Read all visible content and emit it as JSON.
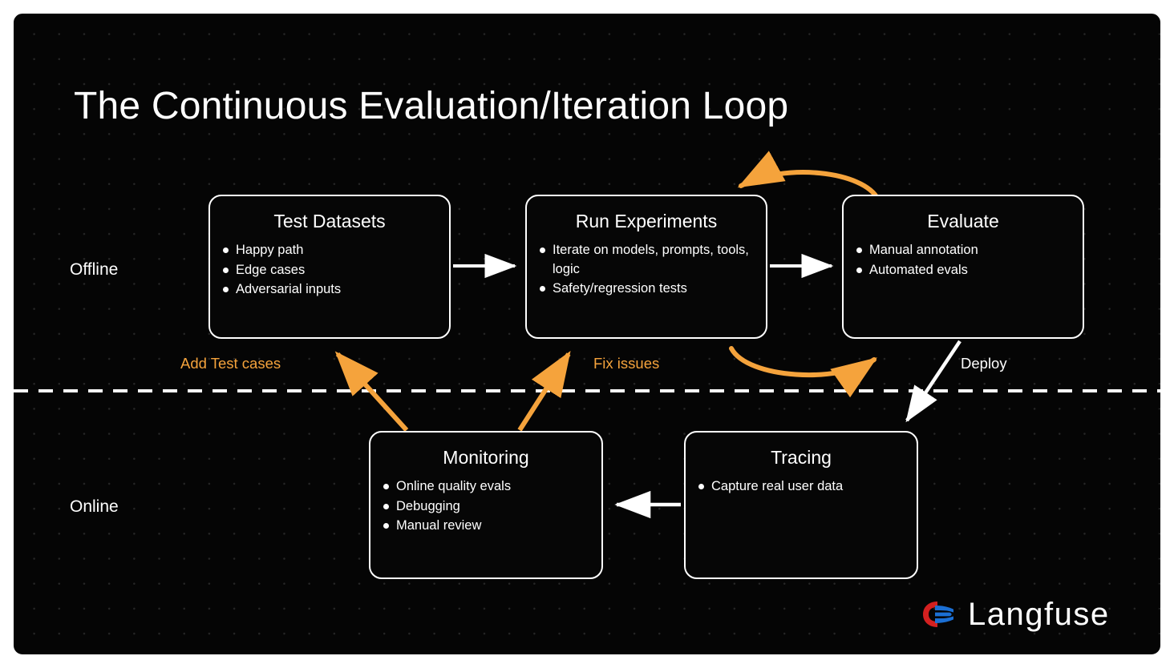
{
  "diagram": {
    "title": "The Continuous Evaluation/Iteration Loop",
    "lanes": [
      {
        "id": "offline",
        "label": "Offline"
      },
      {
        "id": "online",
        "label": "Online"
      }
    ],
    "nodes": [
      {
        "id": "test-datasets",
        "title": "Test Datasets",
        "items": [
          "Happy path",
          "Edge cases",
          "Adversarial inputs"
        ]
      },
      {
        "id": "run-experiments",
        "title": "Run Experiments",
        "items": [
          "Iterate on models, prompts, tools, logic",
          "Safety/regression tests"
        ]
      },
      {
        "id": "evaluate",
        "title": "Evaluate",
        "items": [
          "Manual annotation",
          "Automated evals"
        ]
      },
      {
        "id": "monitoring",
        "title": "Monitoring",
        "items": [
          "Online quality evals",
          "Debugging",
          "Manual review"
        ]
      },
      {
        "id": "tracing",
        "title": "Tracing",
        "items": [
          "Capture real user data"
        ]
      }
    ],
    "edge_labels": [
      {
        "id": "add-test-cases",
        "text": "Add Test cases",
        "color": "#f5a33c"
      },
      {
        "id": "fix-issues",
        "text": "Fix issues",
        "color": "#f5a33c"
      },
      {
        "id": "deploy",
        "text": "Deploy",
        "color": "#ffffff"
      }
    ],
    "edges": [
      {
        "from": "test-datasets",
        "to": "run-experiments",
        "style": "straight",
        "color": "#ffffff"
      },
      {
        "from": "run-experiments",
        "to": "evaluate",
        "style": "straight",
        "color": "#ffffff"
      },
      {
        "from": "evaluate",
        "to": "run-experiments",
        "style": "curved-top",
        "color": "#f5a33c"
      },
      {
        "from": "run-experiments",
        "to": "evaluate",
        "style": "curved-bottom",
        "color": "#f5a33c"
      },
      {
        "from": "evaluate",
        "to": "tracing",
        "style": "diagonal",
        "color": "#ffffff",
        "label": "Deploy"
      },
      {
        "from": "tracing",
        "to": "monitoring",
        "style": "straight",
        "color": "#ffffff"
      },
      {
        "from": "monitoring",
        "to": "test-datasets",
        "style": "diagonal",
        "color": "#f5a33c",
        "label": "Add Test cases"
      },
      {
        "from": "monitoring",
        "to": "run-experiments",
        "style": "diagonal",
        "color": "#f5a33c",
        "label": "Fix issues"
      }
    ],
    "divider": {
      "style": "dashed",
      "color": "#ffffff"
    }
  },
  "branding": {
    "name": "Langfuse",
    "mark_colors": {
      "red": "#d32020",
      "blue": "#1b6fd4"
    }
  },
  "colors": {
    "background": "#050505",
    "foreground": "#ffffff",
    "accent_orange": "#f5a33c",
    "grid_dot": "#262626"
  }
}
